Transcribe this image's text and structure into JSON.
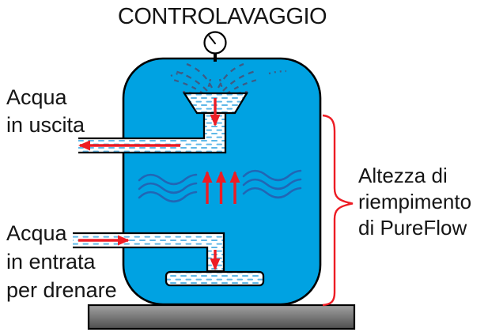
{
  "title": "CONTROLAVAGGIO",
  "labels": {
    "water_out": {
      "line1": "Acqua",
      "line2": "in uscita"
    },
    "water_in": {
      "line1": "Acqua",
      "line2": "in entrata",
      "line3": "per drenare"
    },
    "fill_height": {
      "line1": "Altezza di",
      "line2": "riempimento",
      "line3": "di PureFlow"
    }
  },
  "icons": {
    "gauge": "pressure-gauge-icon",
    "spray": "spray-lines-icon",
    "waves": "water-wave-icon",
    "brace": "height-brace"
  },
  "colors": {
    "tank_blue": "#00A2E2",
    "wave_blue": "#2166B5",
    "spray_blue": "#3E5B84",
    "arrow_red": "#ED1C24",
    "pipe_dash_blue": "#5FB8E8",
    "base_gray_top": "#A2A2A2",
    "base_gray_bottom": "#4E4E4E",
    "outline_black": "#000000",
    "text_black": "#151515",
    "background_white": "#FFFFFF"
  }
}
